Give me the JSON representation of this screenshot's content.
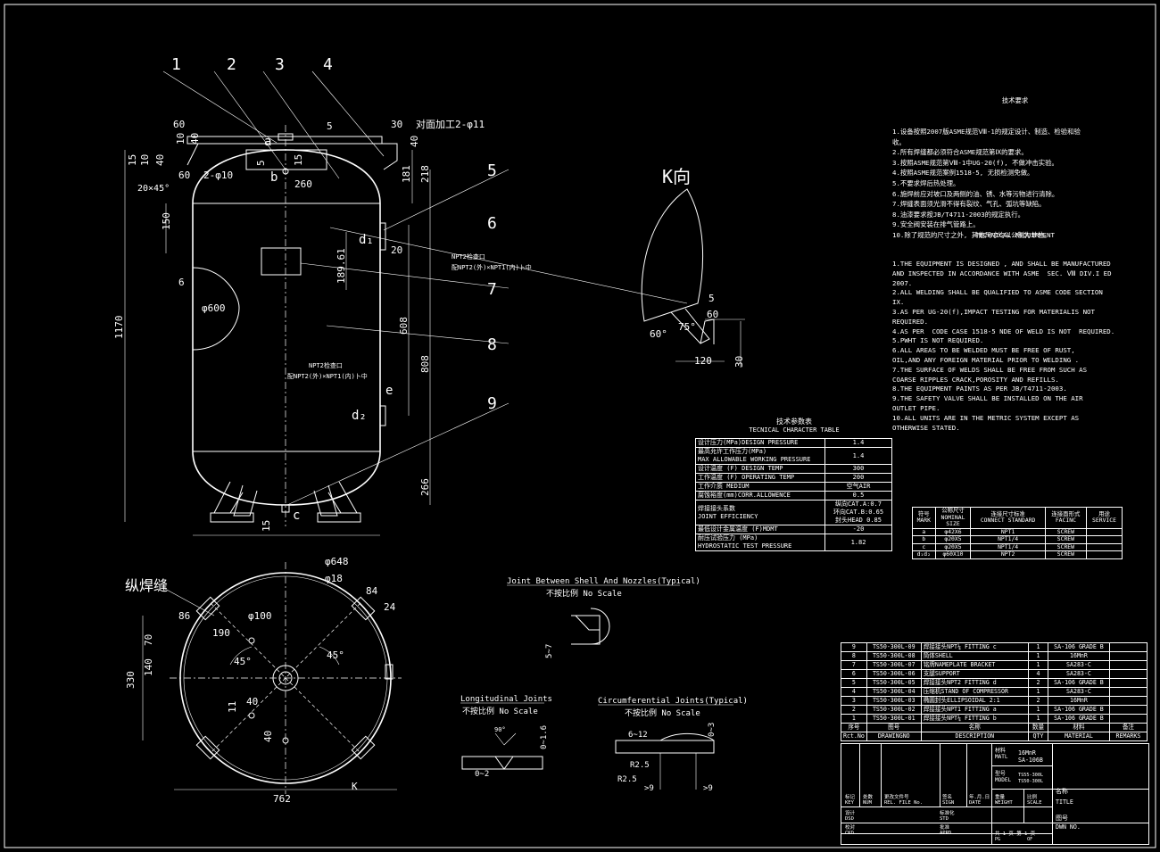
{
  "colors": {
    "background": "#000000",
    "lines": "#ffffff"
  },
  "view_labels": {
    "k_view": "K向",
    "longitudinal_weld": "纵焊缝",
    "k_arrow": "K"
  },
  "balloons": [
    "1",
    "2",
    "3",
    "4",
    "5",
    "6",
    "7",
    "8",
    "9"
  ],
  "nozzle_letters": {
    "a": "a",
    "b": "b",
    "c": "c",
    "d1": "d₁",
    "d2": "d₂",
    "e": "e"
  },
  "front_dims": {
    "d60_top": "60",
    "d10_a": "10",
    "d40_a": "40",
    "d5": "5",
    "d30": "30",
    "d40_b": "40",
    "d15_l": "15",
    "d10_l": "10",
    "d40_l": "40",
    "d60_l": "60",
    "chamfer": "20×45°",
    "hole_10": "2-φ10",
    "d5_b": "5",
    "d15_b": "15",
    "d260": "260",
    "opp_face": "对面加工2-φ11",
    "d181": "181",
    "d218": "218",
    "d150": "150",
    "d1170": "1170",
    "d6": "6",
    "dia600": "φ600",
    "d20": "20",
    "d189": "189.61",
    "d608": "608",
    "d808": "808",
    "d266": "266",
    "d15_bot": "15",
    "npt_note1a": "NPT2检查口",
    "npt_note1b": "配NPT2(外)×NPT1(内)卜中",
    "npt_note2a": "NPT2检查口",
    "npt_note2b": "配NPT2(外)×NPT1(内)卜中"
  },
  "plan_dims": {
    "dia648": "φ648",
    "dia18": "φ18",
    "d84": "84",
    "d24": "24",
    "d86": "86",
    "d190": "190",
    "dia100": "φ100",
    "d70": "70",
    "d140": "140",
    "d330": "330",
    "a45_l": "45°",
    "a45_r": "45°",
    "d11": "11",
    "d40": "40",
    "d40_b": "40",
    "d762": "762"
  },
  "k_dims": {
    "d5": "5",
    "d60": "60",
    "a75": "75°",
    "a60": "60°",
    "d120": "120",
    "d30": "30"
  },
  "weld_details": {
    "nozzle_title": "Joint Between Shell And Nozzles(Typical)",
    "nozzle_scale": "不按比例 No Scale",
    "nozzle_dim": "5~7",
    "long_title": "Longitudinal Joints",
    "long_scale": "不按比例 No Scale",
    "long_angle": "90°",
    "long_dim1": "0~1.6",
    "long_dim2": "0~2",
    "circ_title": "Circumferential Joints(Typical)",
    "circ_scale": "不按比例 No Scale",
    "circ_dim1": "6~12",
    "circ_dim2": "0~3",
    "circ_r1": "R2.5",
    "circ_r2": "R2.5",
    "circ_g1": ">9",
    "circ_g2": ">9"
  },
  "tech_requirements_cn": {
    "title": "技术要求",
    "lines": [
      "1.设备按照2007版ASME规范Ⅷ-1的规定设计、制造、检验和验",
      "收。",
      "2.所有焊缝都必须符合ASME规范第Ⅸ的要求。",
      "3.按照ASME规范第Ⅷ-1中UG-20(f), 不做冲击实验。",
      "4.按照ASME规范案例1518-5, 无损检测免做。",
      "5.不要求焊后热处理。",
      "6.施焊前应对坡口及两侧的油、锈、水等污物进行清除。",
      "7.焊缝表面须光滑不得有裂纹、气孔、弧坑等缺陷。",
      "8.油漆要求按JB/T4711-2003的规定执行。",
      "9.安全阀安装在排气管路上。",
      "10.除了规范的尺寸之外, 其他尺寸均以公制为单位。"
    ]
  },
  "tech_requirements_en": {
    "title": "TECHNICAL REQUIRMENT",
    "lines": [
      "1.THE EQUIPMENT IS DESIGNED , AND SHALL BE MANUFACTURED",
      "AND INSPECTED IN ACCORDANCE WITH ASME  SEC. Ⅷ DIV.I ED",
      "2007.",
      "2.ALL WELDING SHALL BE QUALIFIED TO ASME CODE SECTION",
      "IX.",
      "3.AS PER UG-20(f),IMPACT TESTING FOR MATERIALIS NOT",
      "REQUIRED.",
      "4.AS PER  CODE CASE 1518-5 NDE OF WELD IS NOT  REQUIRED.",
      "5.PWHT IS NOT REQUIRED.",
      "6.ALL AREAS TO BE WELDED MUST BE FREE OF RUST,",
      "OIL,AND ANY FOREIGN MATERIAL PRIOR TO WELDING .",
      "7.THE SURFACE OF WELDS SHALL BE FREE FROM SUCH AS",
      "COARSE RIPPLES CRACK,POROSITY AND REFILLS.",
      "8.THE EQUIPMENT PAINTS AS PER JB/T4711-2003.",
      "9.THE SAFETY VALVE SHALL BE INSTALLED ON THE AIR",
      "OUTLET PIPE.",
      "10.ALL UNITS ARE IN THE METRIC SYSTEM EXCEPT AS",
      "OTHERWISE STATED."
    ]
  },
  "tech_char_table": {
    "title_cn": "技术参数表",
    "title_en": "TECNICAL CHARACTER TABLE",
    "rows": [
      {
        "name": "设计压力(MPa)DESIGN PRESSURE",
        "value": "1.4"
      },
      {
        "name": "最高允许工作压力(MPa)\nMAX ALLOWABLE WORKING PRESSURE",
        "value": "1.4"
      },
      {
        "name": "设计温度 (F) DESIGN TEMP",
        "value": "300"
      },
      {
        "name": "工作温度 (F) OPERATING TEMP",
        "value": "200"
      },
      {
        "name": "工作介质 MEDIUM",
        "value": "空气AIR"
      },
      {
        "name": "腐蚀裕度(mm)CORR.ALLOWENCE",
        "value": "0.5"
      },
      {
        "name": "焊接接头系数\nJOINT EFFICIENCY",
        "value": "纵向CAT.A:0.7\n环向CAT.B:0.65\n封头HEAD 0.85"
      },
      {
        "name": "最低设计金属温度 (F)MDMT",
        "value": "-20"
      },
      {
        "name": "耐压试验压力 (MPa)\nHYDROSTATIC TEST PRESSURE",
        "value": "1.82"
      }
    ]
  },
  "nozzle_table": {
    "headers": [
      "符号\nMARK",
      "公称尺寸\nNOMINAL\nSIZE",
      "连接尺寸标准\nCONNECT STANDARD",
      "连接面形式\nFACINC",
      "用途\nSERVICE"
    ],
    "rows": [
      [
        "a",
        "φ42X6",
        "NPT1",
        "SCREW",
        ""
      ],
      [
        "b",
        "φ20X5",
        "NPT1/4",
        "SCREW",
        ""
      ],
      [
        "c",
        "φ20X5",
        "NPT1/4",
        "SCREW",
        ""
      ],
      [
        "d₁d₂",
        "φ60X10",
        "NPT2",
        "SCREW",
        ""
      ]
    ]
  },
  "parts_list": {
    "rows": [
      [
        "9",
        "TS50-300L-09",
        "焊接接头NPT¼ FITTING c",
        "1",
        "SA-106 GRADE B",
        ""
      ],
      [
        "8",
        "TS50-300L-08",
        "筒体SHELL",
        "1",
        "16MnR",
        ""
      ],
      [
        "7",
        "TS50-300L-07",
        "铭牌NAMEPLATE BRACKET",
        "1",
        "SA283-C",
        ""
      ],
      [
        "6",
        "TS50-300L-06",
        "支腿SUPPORT",
        "4",
        "SA283-C",
        ""
      ],
      [
        "5",
        "TS50-300L-05",
        "焊接接头NPT2 FITTING d",
        "2",
        "SA-106 GRADE B",
        ""
      ],
      [
        "4",
        "TS50-300L-04",
        "压缩机STAND OF COMPRESSOR",
        "1",
        "SA283-C",
        ""
      ],
      [
        "3",
        "TS50-300L-03",
        "椭圆封头ELLIPSOIDAL 2:1",
        "2",
        "16MnR",
        ""
      ],
      [
        "2",
        "TS50-300L-02",
        "焊接接头NPT1 FITTING a",
        "1",
        "SA-106 GRADE B",
        ""
      ],
      [
        "1",
        "TS50-300L-01",
        "焊接接头NPT¼ FITTING b",
        "1",
        "SA-106 GRADE B",
        ""
      ]
    ],
    "header_cn": [
      "序号",
      "图号",
      "名称",
      "数量",
      "材料",
      "备注"
    ],
    "header_en": [
      "Rct.No",
      "DRAWINGNO",
      "DESCRIPTION",
      "QTY",
      "MATERIAL",
      "REMARKS"
    ]
  },
  "title_block": {
    "material_label": "材料\nMATL",
    "material_value": "16MnR\nSA-106B",
    "model_label": "型号\nMODEL",
    "model_value": "TS55-300L\nTS50-300L",
    "name_label": "名称",
    "title_label": "TITLE",
    "drawing_no_label": "图号",
    "drawing_no_en": "DWN NO.",
    "rev_headers": [
      "标记\nKEY",
      "处数\nNUM",
      "更改文件号\nREL. FILE No.",
      "签名\nSIGN",
      "年.月.日\nDATE",
      "重量\nWEIGHT",
      "比例\nSCALE"
    ],
    "design": "设计\nDSD",
    "std": "标准化\nSTD",
    "check": "校对\nCKD",
    "approve": "批准\nAPRD",
    "sheet_info": "共  1  页  第  1  页",
    "sheet_info_en": "PG          OF"
  }
}
